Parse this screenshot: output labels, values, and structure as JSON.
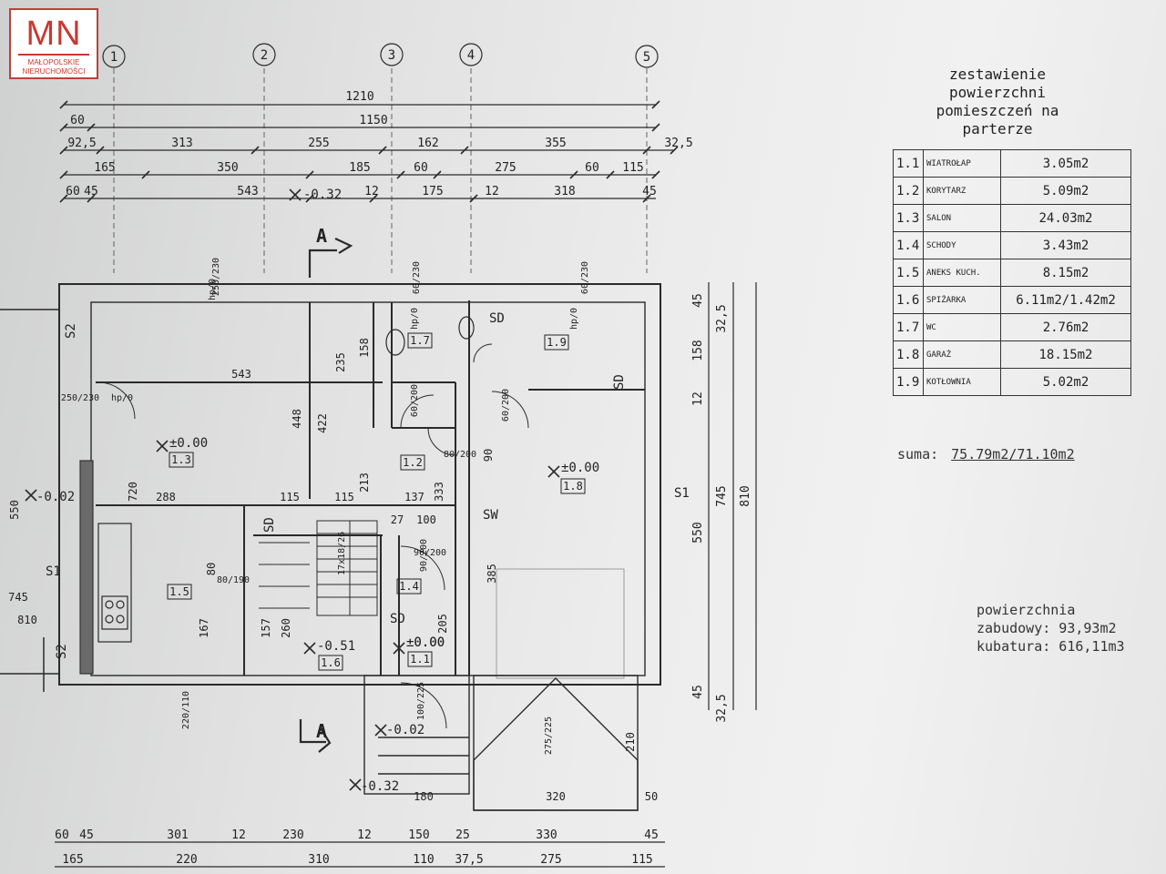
{
  "logo": {
    "letters": "MN",
    "line1": "MAŁOPOLSKIE",
    "line2": "NIERUCHOMOŚCI"
  },
  "summary": {
    "title_lines": [
      "zestawienie",
      "powierzchni",
      "pomieszczeń na",
      "parterze"
    ],
    "rooms": [
      {
        "id": "1.1",
        "name": "WIATROŁAP",
        "area": "3.05m2"
      },
      {
        "id": "1.2",
        "name": "KORYTARZ",
        "area": "5.09m2"
      },
      {
        "id": "1.3",
        "name": "SALON",
        "area": "24.03m2"
      },
      {
        "id": "1.4",
        "name": "SCHODY",
        "area": "3.43m2"
      },
      {
        "id": "1.5",
        "name": "ANEKS KUCH.",
        "area": "8.15m2"
      },
      {
        "id": "1.6",
        "name": "SPIŻARKA",
        "area": "6.11m2/1.42m2"
      },
      {
        "id": "1.7",
        "name": "WC",
        "area": "2.76m2"
      },
      {
        "id": "1.8",
        "name": "GARAŻ",
        "area": "18.15m2"
      },
      {
        "id": "1.9",
        "name": "KOTŁOWNIA",
        "area": "5.02m2"
      }
    ],
    "suma_label": "suma:",
    "suma_value": "75.79m2/71.10m2"
  },
  "built_area": {
    "line1": "powierzchnia",
    "line2": "zabudowy: 93,93m2",
    "line3": "kubatura: 616,11m3"
  },
  "plan": {
    "axes": [
      "1",
      "2",
      "3",
      "4",
      "5"
    ],
    "top_dims": {
      "row1": [
        "1210"
      ],
      "row2": [
        "60",
        "1150"
      ],
      "row3": [
        "92,5",
        "313",
        "255",
        "162",
        "355",
        "32,5"
      ],
      "row4": [
        "165",
        "350",
        "185",
        "60",
        "275",
        "60",
        "115"
      ],
      "row5": [
        "60",
        "45",
        "543",
        "12",
        "175",
        "12",
        "318",
        "45"
      ]
    },
    "bottom_dims": {
      "row1": [
        "60",
        "45",
        "301",
        "12",
        "230",
        "12",
        "150",
        "25",
        "330",
        "45"
      ],
      "row2": [
        "165",
        "220",
        "310",
        "110",
        "37,5",
        "275",
        "115"
      ]
    },
    "right_dims": [
      "45",
      "32,5",
      "158",
      "12",
      "745",
      "810",
      "550",
      "45",
      "32,5"
    ],
    "section_label": "A",
    "levels": [
      "-0.32",
      "±0.00",
      "±0.00",
      "±0.00",
      "-0.02",
      "-0.51",
      "±0.00",
      "-0.02",
      "-0.32"
    ],
    "room_tags": [
      "1.1",
      "1.2",
      "1.3",
      "1.4",
      "1.5",
      "1.6",
      "1.7",
      "1.8",
      "1.9"
    ],
    "wall_tags": [
      "S1",
      "S1",
      "S2",
      "S2",
      "SD",
      "SD",
      "SD",
      "SD",
      "SW"
    ],
    "openings": [
      "250/230",
      "60/230",
      "60/230",
      "250/230",
      "60/200",
      "80/200",
      "90/200",
      "60/200",
      "80/190",
      "90/200",
      "100/225",
      "275/225",
      "220/110"
    ],
    "interior_dims": [
      "543",
      "288",
      "115",
      "115",
      "137",
      "720",
      "448",
      "422",
      "235",
      "158",
      "213",
      "333",
      "90",
      "385",
      "167",
      "80",
      "157",
      "260",
      "205",
      "100",
      "27",
      "320",
      "180",
      "210",
      "50",
      "550",
      "745",
      "810"
    ],
    "stairs": "17x18/26",
    "hp_tag": "hp/0"
  }
}
